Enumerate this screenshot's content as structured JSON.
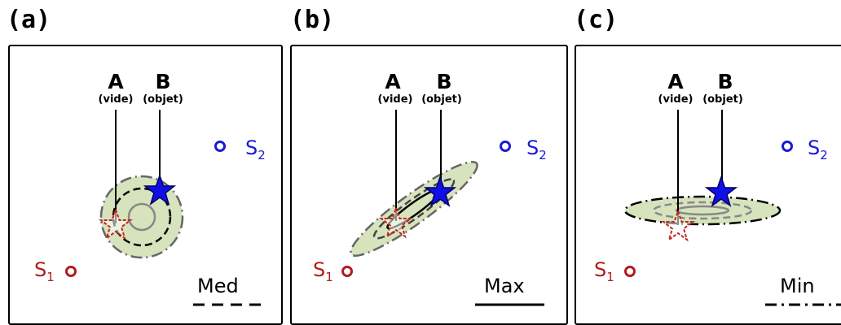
{
  "panels": [
    {
      "letter": "(a)",
      "label_a": "A",
      "sub_a": "(vide)",
      "label_b": "B",
      "sub_b": "(objet)",
      "source1": "S",
      "source1_sub": "1",
      "source2": "S",
      "source2_sub": "2",
      "legend": "Med",
      "ellipse_shape": "circle"
    },
    {
      "letter": "(b)",
      "label_a": "A",
      "sub_a": "(vide)",
      "label_b": "B",
      "sub_b": "(objet)",
      "source1": "S",
      "source1_sub": "1",
      "source2": "S",
      "source2_sub": "2",
      "legend": "Max",
      "ellipse_shape": "tilted ellipse"
    },
    {
      "letter": "(c)",
      "label_a": "A",
      "sub_a": "(vide)",
      "label_b": "B",
      "sub_b": "(objet)",
      "source1": "S",
      "source1_sub": "1",
      "source2": "S",
      "source2_sub": "2",
      "legend": "Min",
      "ellipse_shape": "flat ellipse"
    }
  ],
  "colors": {
    "source1": "#b01c1c",
    "source2": "#1a1ad6",
    "fill": "#d6e3bc",
    "star_b": "#1010e6",
    "star_a": "#c0281c"
  }
}
